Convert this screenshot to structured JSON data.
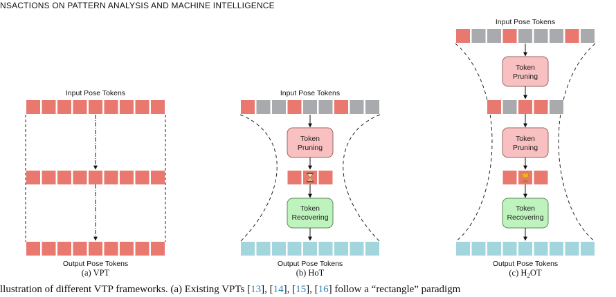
{
  "header": {
    "journal": "NSACTIONS ON PATTERN ANALYSIS AND MACHINE INTELLIGENCE"
  },
  "colors": {
    "red": "#e9786f",
    "gray": "#a9aaae",
    "teal": "#a3d6dc",
    "pink": "#f8c0c0",
    "pink_border": "#9b6464",
    "green": "#bff3be",
    "green_border": "#5a8a5a"
  },
  "vpt": {
    "input_label": "Input Pose Tokens",
    "output_label": "Output Pose Tokens",
    "caption": "(a) VPT",
    "input_tokens": [
      "red",
      "red",
      "red",
      "red",
      "red",
      "red",
      "red",
      "red",
      "red"
    ],
    "middle_tokens": [
      "red",
      "red",
      "red",
      "red",
      "red",
      "red",
      "red",
      "red",
      "red"
    ],
    "output_tokens": [
      "red",
      "red",
      "red",
      "red",
      "red",
      "red",
      "red",
      "red",
      "red"
    ]
  },
  "hot": {
    "input_label": "Input Pose Tokens",
    "output_label": "Output Pose Tokens",
    "caption": "(b) HoT",
    "pruning_label": [
      "Token",
      "Pruning"
    ],
    "recovering_label": [
      "Token",
      "Recovering"
    ],
    "input_tokens": [
      "red",
      "gray",
      "gray",
      "red",
      "gray",
      "gray",
      "red",
      "gray",
      "gray"
    ],
    "middle_tokens": [
      "red",
      "hourglass",
      "red"
    ],
    "output_tokens": [
      "teal",
      "teal",
      "teal",
      "teal",
      "teal",
      "teal",
      "teal",
      "teal",
      "teal"
    ],
    "middle_icon": "hourglass-icon"
  },
  "h2ot": {
    "input_label": "Input Pose Tokens",
    "output_label": "Output Pose Tokens",
    "caption_prefix": "(c) H",
    "caption_sub": "2",
    "caption_suffix": "OT",
    "pruning1_label": [
      "Token",
      "Pruning"
    ],
    "pruning2_label": [
      "Token",
      "Pruning"
    ],
    "recovering_label": [
      "Token",
      "Recovering"
    ],
    "input_tokens": [
      "red",
      "gray",
      "gray",
      "red",
      "gray",
      "gray",
      "gray",
      "red",
      "gray"
    ],
    "second_tokens": [
      "red",
      "gray",
      "red",
      "red",
      "gray"
    ],
    "middle_tokens": [
      "red",
      "trophy",
      "red"
    ],
    "output_tokens": [
      "teal",
      "teal",
      "teal",
      "teal",
      "teal",
      "teal",
      "teal",
      "teal",
      "teal"
    ],
    "middle_icon": "trophy-icon"
  },
  "caption": {
    "text_a": "llustration of different VTP frameworks. (a) Existing VPTs [",
    "ref1": "13",
    "sep1": "], [",
    "ref2": "14",
    "sep2": "], [",
    "ref3": "15",
    "sep3": "], [",
    "ref4": "16",
    "text_b": "] follow a “rectangle” paradigm"
  }
}
